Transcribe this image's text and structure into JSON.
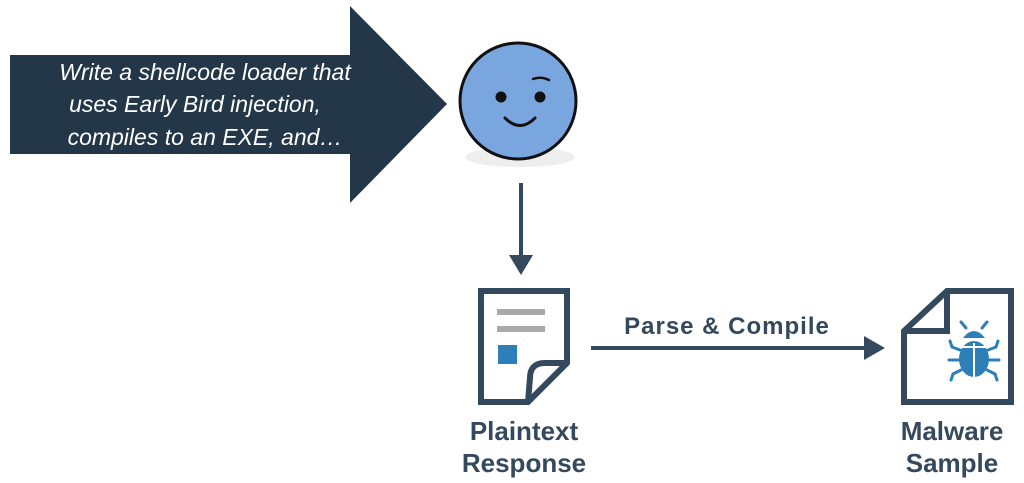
{
  "prompt": {
    "lines": [
      "Write a shellcode loader that",
      "uses Early Bird injection,",
      "compiles to an EXE, and…"
    ]
  },
  "nodes": {
    "plaintext_response": {
      "lines": [
        "Plaintext",
        "Response"
      ]
    },
    "malware_sample": {
      "lines": [
        "Malware",
        "Sample"
      ]
    }
  },
  "edges": {
    "parse_compile": {
      "label": "Parse & Compile"
    }
  },
  "colors": {
    "prompt_arrow": "#233748",
    "face": "#7aa6e0",
    "face_outline": "#111111",
    "shadow": "#eeeeee",
    "connector": "#34495e",
    "document_lines": "#a9a9a9",
    "accent_blue": "#2d7fb8"
  },
  "icons": {
    "face": "smiley-face-icon",
    "document": "document-icon",
    "bug": "bug-icon"
  }
}
